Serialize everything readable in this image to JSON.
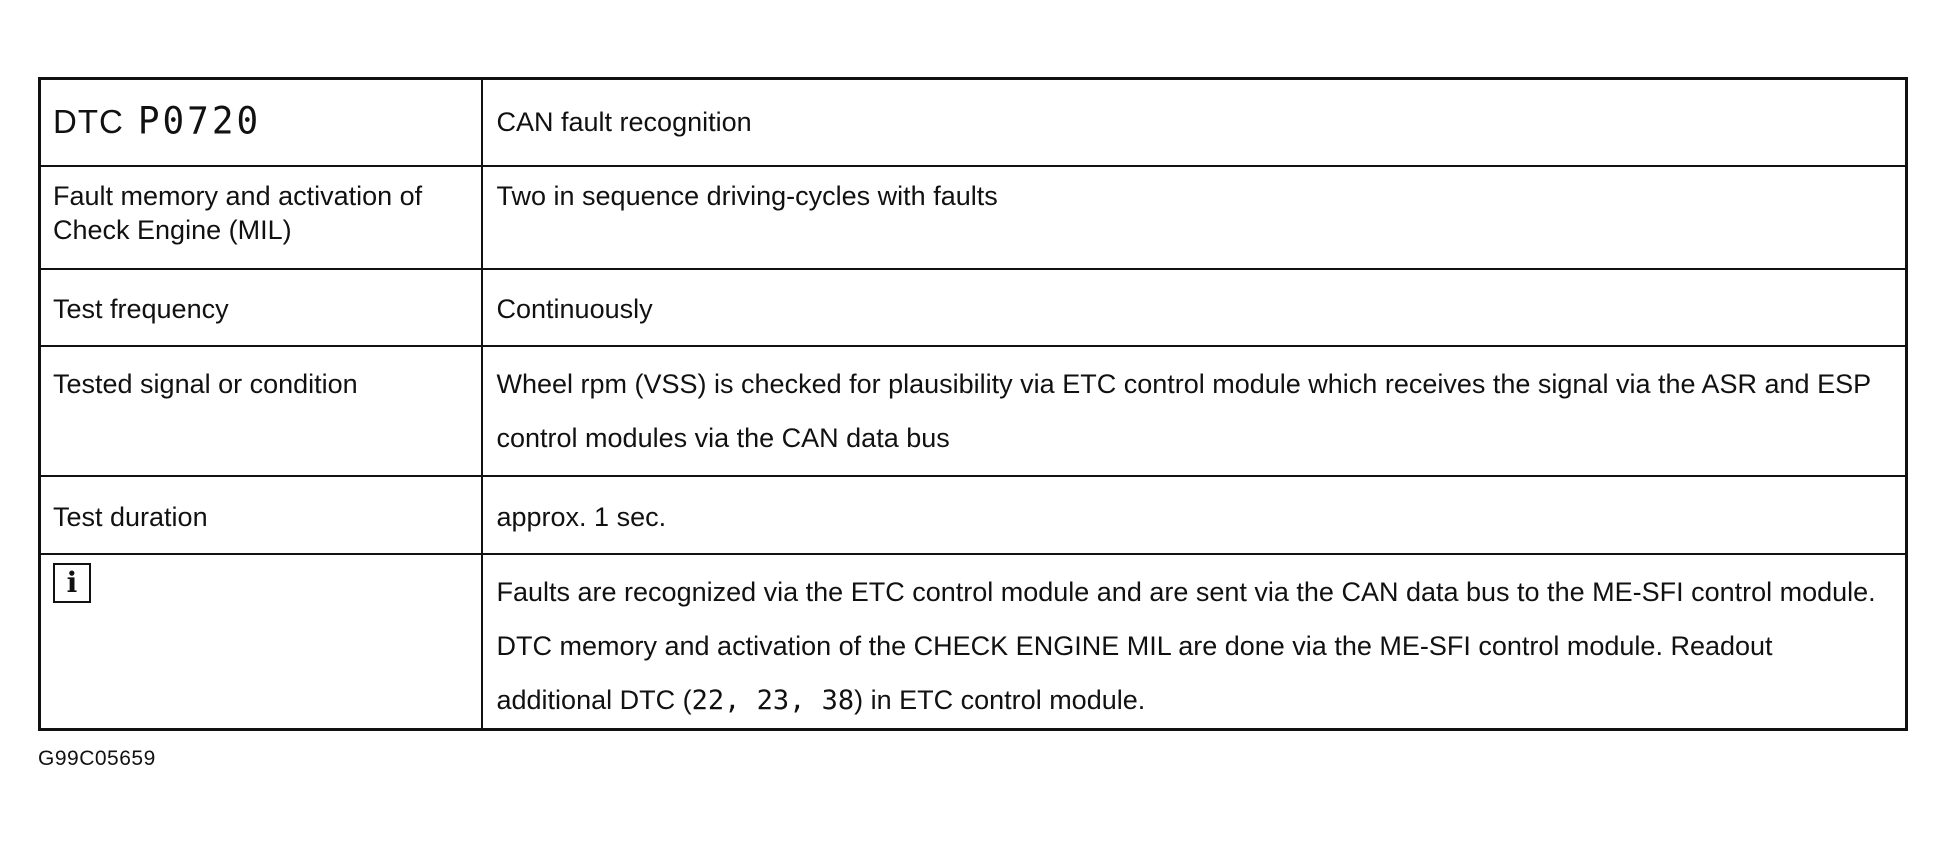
{
  "table": {
    "code_row": {
      "prefix": "DTC",
      "code": "P0720",
      "value": "CAN fault recognition"
    },
    "rows": [
      {
        "label": "Fault memory and activation of Check Engine (MIL)",
        "value": "Two in sequence driving-cycles with faults"
      },
      {
        "label": "Test frequency",
        "value": "Continuously"
      },
      {
        "label": "Tested signal or condition",
        "value": "Wheel rpm (VSS) is checked for plausibility via ETC control module which receives the signal via the ASR and ESP control modules via the CAN data bus"
      },
      {
        "label": "Test duration",
        "value": "approx. 1 sec."
      }
    ],
    "info_row": {
      "icon": "i",
      "text_before": "Faults are recognized via the ETC control module and are sent via the CAN data bus to the ME-SFI control module.  DTC memory and activation of the CHECK ENGINE MIL are done via the ME-SFI control module.  Readout additional DTC (",
      "codes": "22, 23, 38",
      "text_after": ") in ETC control module."
    }
  },
  "footer": {
    "figure_id": "G99C05659"
  }
}
